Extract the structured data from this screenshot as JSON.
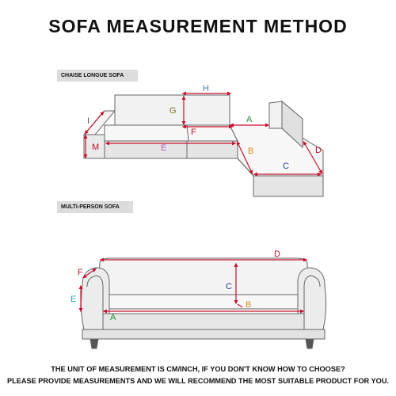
{
  "title": "SOFA MEASUREMENT METHOD",
  "sections": {
    "chaise_tag": "CHAISE LONGUE SOFA",
    "multi_tag": "MULTI-PERSON SOFA"
  },
  "chaise_labels": {
    "H": "H",
    "G": "G",
    "I": "I",
    "M": "M",
    "E": "E",
    "F": "F",
    "A": "A",
    "B": "B",
    "C": "C",
    "D": "D"
  },
  "multi_labels": {
    "D": "D",
    "F": "F",
    "C": "C",
    "E": "E",
    "B": "B",
    "A": "A"
  },
  "footer": {
    "line1": "THE UNIT OF MEASUREMENT IS CM/INCH, IF YOU DON'T KNOW HOW TO CHOOSE?",
    "line2": "PLEASE PROVIDE MEASUREMENTS AND WE WILL RECOMMEND THE MOST SUITABLE PRODUCT FOR YOU."
  },
  "colors": {
    "measure_line": "#c8102e",
    "sofa_outline": "#666666",
    "sofa_fill": "#e9e9e9",
    "label_H": "#3c7dbf",
    "label_G": "#7a7a2a",
    "label_I": "#555555",
    "label_M": "#c8102e",
    "label_E": "#b05ab8",
    "label_F": "#c8102e",
    "label_A": "#2e8b3a",
    "label_B": "#e08a1e",
    "label_C": "#2d3f9a",
    "label_D": "#c8102e",
    "label_multi_E": "#33a0b5"
  }
}
